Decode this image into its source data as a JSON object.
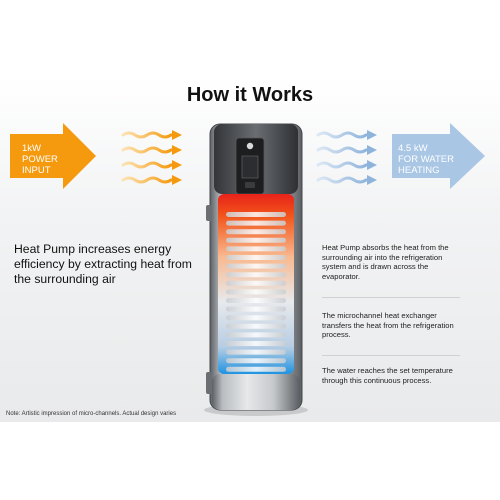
{
  "title": "How it Works",
  "left_arrow": {
    "lines": [
      "1kW",
      "POWER",
      "INPUT"
    ],
    "color": "#f59a0e"
  },
  "right_arrow": {
    "lines": [
      "4.5 kW",
      "FOR WATER",
      "HEATING"
    ],
    "color": "#a9c6e4"
  },
  "headline": "Heat Pump increases energy efficiency by extracting heat from the surrounding air",
  "steps": [
    "Heat Pump absorbs the heat from the surrounding air into the refrigeration system and is drawn across the evaporator.",
    "The microchannel heat exchanger transfers the heat from the refrigeration process.",
    "The water reaches the set temperature through this continuous process."
  ],
  "footnote": "Note: Artistic impression of micro-channels. Actual design varies",
  "colors": {
    "warm": "#f59a0e",
    "cool": "#a9c6e4",
    "hot_water": "#e8231b",
    "cold_water": "#1f93e0"
  }
}
